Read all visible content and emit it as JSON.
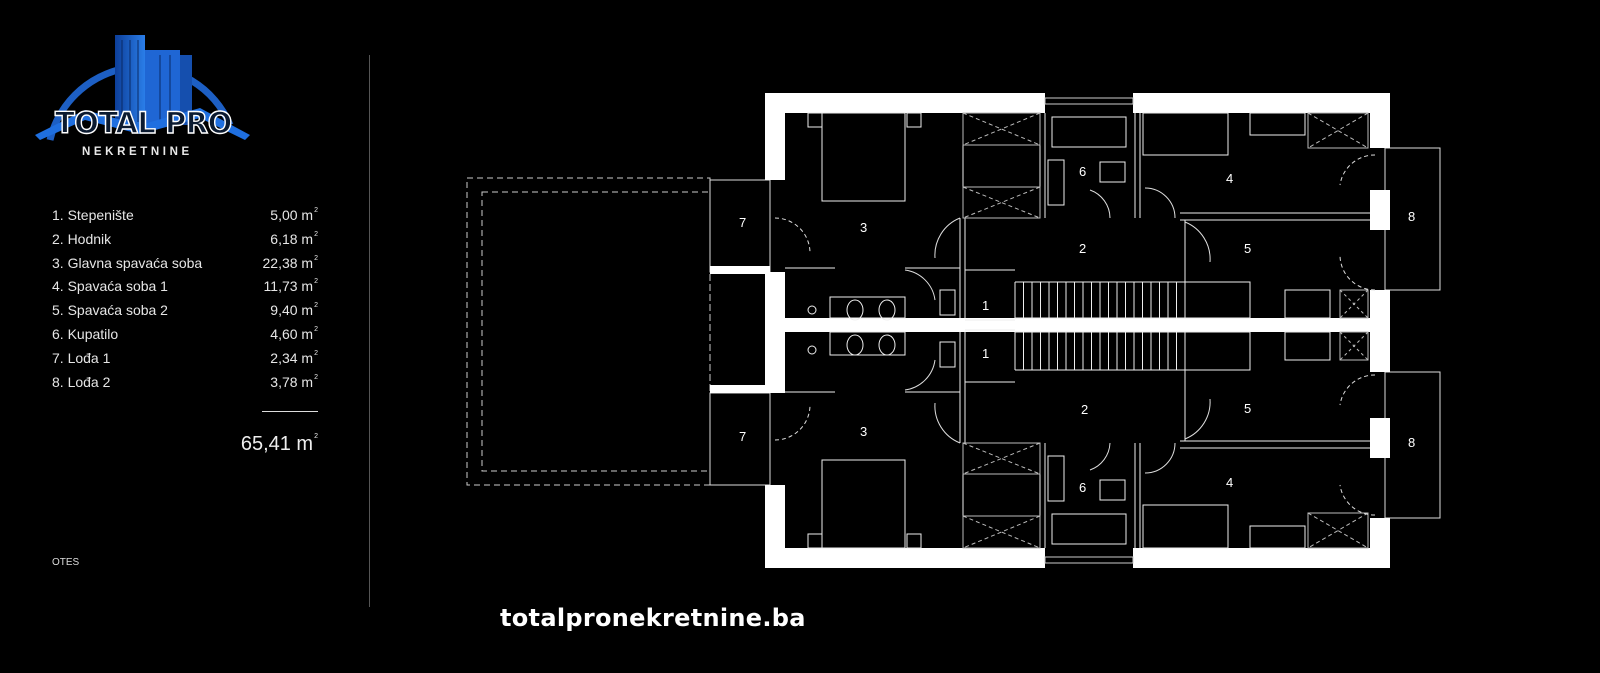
{
  "brand": {
    "name": "TOTAL PRO",
    "subtitle": "NEKRETNINE",
    "accent": "#1e6fd9"
  },
  "rooms": [
    {
      "label": "1. Stepenište",
      "area": "5,00 m",
      "unit_sup": "2"
    },
    {
      "label": "2. Hodnik",
      "area": "6,18 m",
      "unit_sup": "2"
    },
    {
      "label": "3. Glavna spavaća soba",
      "area": "22,38 m",
      "unit_sup": "2"
    },
    {
      "label": "4. Spavaća soba 1",
      "area": "11,73 m",
      "unit_sup": "2"
    },
    {
      "label": "5. Spavaća soba 2",
      "area": "9,40 m",
      "unit_sup": "2"
    },
    {
      "label": "6. Kupatilo",
      "area": "4,60 m",
      "unit_sup": "2"
    },
    {
      "label": "7. Lođa 1",
      "area": "2,34 m",
      "unit_sup": "2"
    },
    {
      "label": "8. Lođa 2",
      "area": "3,78 m",
      "unit_sup": "2"
    }
  ],
  "total": {
    "value": "65,41 m",
    "unit_sup": "2"
  },
  "footer_note": "OTES",
  "website": "totalpronekretnine.ba",
  "plan_labels": {
    "r1": "1",
    "r2": "2",
    "r3": "3",
    "r4": "4",
    "r5": "5",
    "r6": "6",
    "r7": "7",
    "r8": "8"
  }
}
